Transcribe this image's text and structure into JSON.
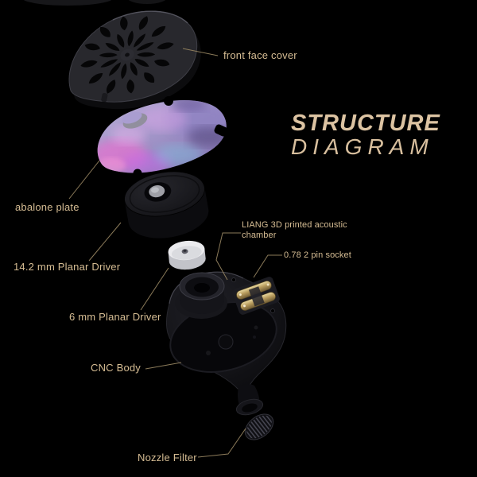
{
  "title": {
    "line1": "STRUCTURE",
    "line2": "DIAGRAM"
  },
  "labels": {
    "front_face_cover": "front face cover",
    "abalone_plate": "abalone plate",
    "planar_driver_142": "14.2 mm Planar Driver",
    "planar_driver_6": "6 mm Planar Driver",
    "cnc_body": "CNC Body",
    "acoustic_chamber": "LIANG 3D printed acoustic chamber",
    "pin_socket": "0.78 2 pin socket",
    "nozzle_filter": "Nozzle Filter"
  },
  "colors": {
    "background": "#000000",
    "label_text": "#d5bc93",
    "title_text": "#dcc3a2",
    "leader_line": "#93825f",
    "abalone_iridescent": "#a99dd0",
    "socket_gold": "#b89c5e"
  }
}
